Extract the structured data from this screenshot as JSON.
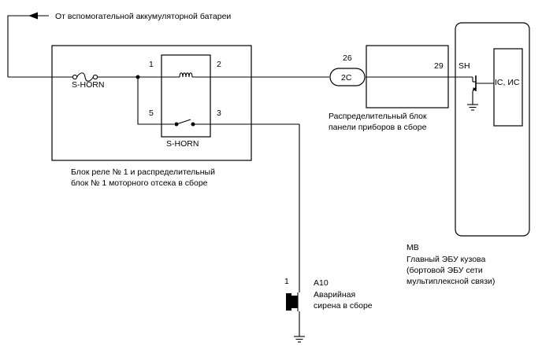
{
  "source_label": "От вспомогательной аккумуляторной батареи",
  "fuse_label": "S-HORN",
  "relay_label": "S-HORN",
  "relay_pins": {
    "p1": "1",
    "p2": "2",
    "p3": "3",
    "p5": "5"
  },
  "relay_block": {
    "line1": "Блок реле № 1 и распределительный",
    "line2": "блок № 1 моторного отсека в сборе"
  },
  "connector": {
    "top_pin": "26",
    "code": "2C",
    "pin": "29",
    "signal": "SH"
  },
  "instrument_panel_block": {
    "line1": "Распределительный блок",
    "line2": "панели приборов в сборе"
  },
  "ecu": {
    "ic_label": "IC, ИС",
    "code": "MB",
    "line1": "Главный ЭБУ кузова",
    "line2": "(бортовой ЭБУ сети",
    "line3": "мультиплексной связи)"
  },
  "horn": {
    "pin": "1",
    "code": "A10",
    "line1": "Аварийная",
    "line2": "сирена в сборе"
  }
}
